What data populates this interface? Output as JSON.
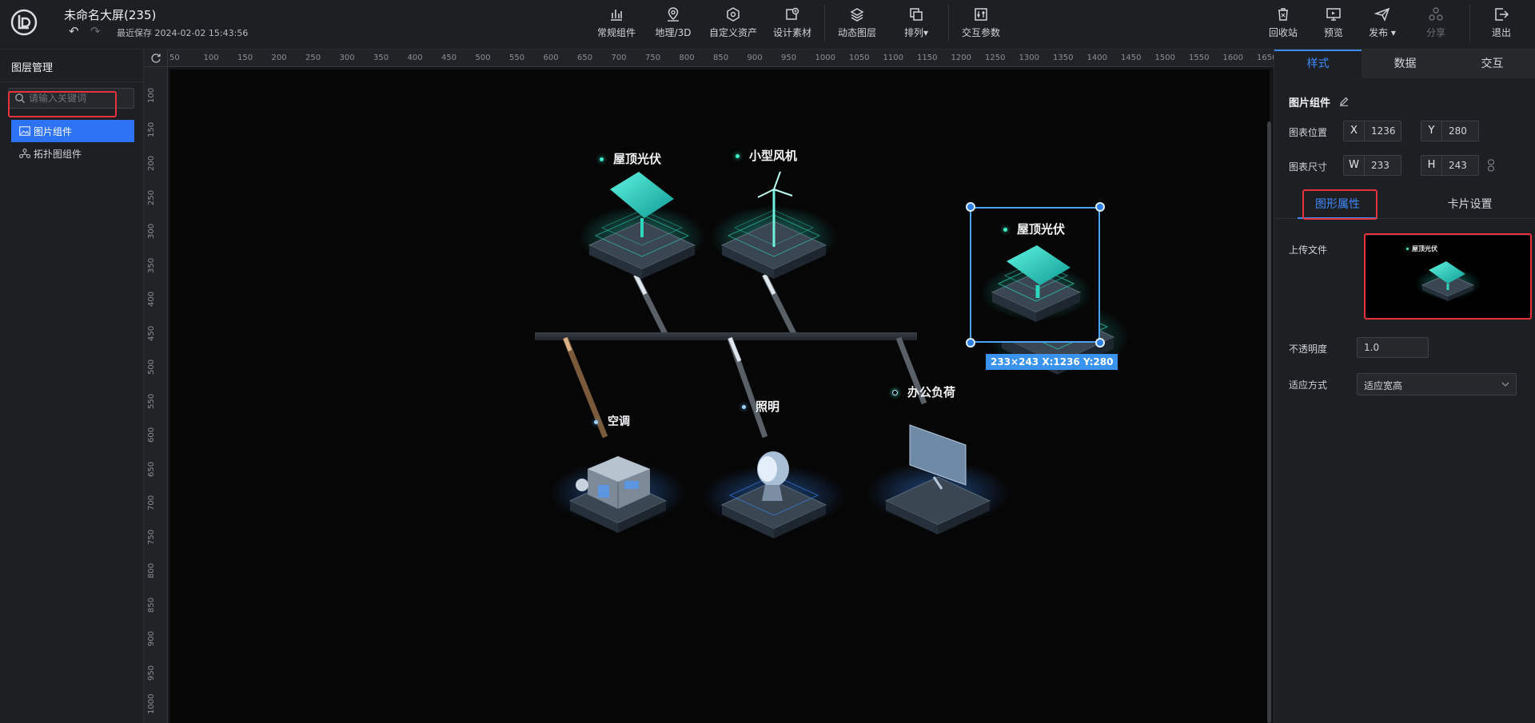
{
  "header": {
    "title": "未命名大屏(235)",
    "saved": "最近保存 2024-02-02 15:43:56",
    "tools": [
      {
        "label": "常规组件",
        "icon": "bar-chart-icon"
      },
      {
        "label": "地理/3D",
        "icon": "map-pin-icon"
      },
      {
        "label": "自定义资产",
        "icon": "hexagon-icon"
      },
      {
        "label": "设计素材",
        "icon": "material-icon"
      },
      {
        "label": "动态图层",
        "icon": "layers-icon"
      },
      {
        "label": "排列▾",
        "icon": "arrange-icon"
      },
      {
        "label": "交互参数",
        "icon": "sliders-icon"
      }
    ],
    "actions": [
      {
        "label": "回收站",
        "icon": "trash-icon"
      },
      {
        "label": "预览",
        "icon": "preview-icon"
      },
      {
        "label": "发布 ▾",
        "icon": "send-icon"
      },
      {
        "label": "分享",
        "icon": "share-icon"
      },
      {
        "label": "退出",
        "icon": "exit-icon"
      }
    ]
  },
  "left_panel": {
    "title": "图层管理",
    "search_placeholder": "请输入关键词",
    "layers": [
      {
        "label": "图片组件",
        "icon": "image-icon",
        "active": true
      },
      {
        "label": "拓扑图组件",
        "icon": "topology-icon",
        "active": false
      }
    ]
  },
  "ruler": {
    "top": [
      "50",
      "100",
      "150",
      "200",
      "250",
      "300",
      "350",
      "400",
      "450",
      "500",
      "550",
      "600",
      "650",
      "700",
      "750",
      "800",
      "850",
      "900",
      "950",
      "1000",
      "1050",
      "1100",
      "1150",
      "1200",
      "1250",
      "1300",
      "1350",
      "1400",
      "1450",
      "1500",
      "1550",
      "1600",
      "1650"
    ],
    "left": [
      "100",
      "150",
      "200",
      "250",
      "300",
      "350",
      "400",
      "450",
      "500",
      "550",
      "600",
      "650",
      "700",
      "750",
      "800",
      "850",
      "900",
      "950",
      "1000"
    ]
  },
  "canvas": {
    "nodes": {
      "solar": "屋顶光伏",
      "wind": "小型风机",
      "ac": "空调",
      "light": "照明",
      "office": "办公负荷",
      "selected": "屋顶光伏"
    },
    "selection_info": "233×243   X:1236 Y:280"
  },
  "right_panel": {
    "tabs": [
      "样式",
      "数据",
      "交互"
    ],
    "component_title": "图片组件",
    "position_label": "图表位置",
    "size_label": "图表尺寸",
    "x_label": "X",
    "x_value": "1236",
    "y_label": "Y",
    "y_value": "280",
    "w_label": "W",
    "w_value": "233",
    "h_label": "H",
    "h_value": "243",
    "sub_tabs": [
      "图形属性",
      "卡片设置"
    ],
    "upload_label": "上传文件",
    "upload_preview_label": "屋顶光伏",
    "opacity_label": "不透明度",
    "opacity_value": "1.0",
    "fit_label": "适应方式",
    "fit_value": "适应宽高"
  },
  "colors": {
    "accent": "#2f73f5",
    "highlight": "#e6323c",
    "selection": "#4aa3ff",
    "teal": "#3ef0c7"
  }
}
